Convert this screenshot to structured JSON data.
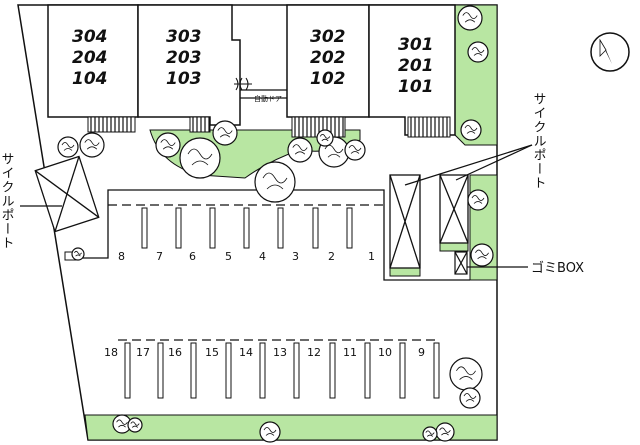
{
  "units": [
    {
      "id": "u4",
      "rows": [
        "304",
        "204",
        "104"
      ]
    },
    {
      "id": "u3",
      "rows": [
        "303",
        "203",
        "103"
      ]
    },
    {
      "id": "u2",
      "rows": [
        "302",
        "202",
        "102"
      ]
    },
    {
      "id": "u1",
      "rows": [
        "301",
        "201",
        "101"
      ]
    }
  ],
  "labels": {
    "auto_door": "自動ドア",
    "cycle_port_left": "サイクルポート",
    "cycle_port_right": "サイクルポート",
    "garbage": "ゴミBOX"
  },
  "stalls_top": [
    "8",
    "7",
    "6",
    "5",
    "4",
    "3",
    "2",
    "1"
  ],
  "stalls_bottom": [
    "18",
    "17",
    "16",
    "15",
    "14",
    "13",
    "12",
    "11",
    "10",
    "9"
  ],
  "colors": {
    "green": "#b8e6a2",
    "building": "#ffffff",
    "outline": "#111111"
  },
  "icons": {
    "compass": "north-arrow-icon",
    "tree": "tree-icon",
    "door": "auto-door-icon"
  }
}
